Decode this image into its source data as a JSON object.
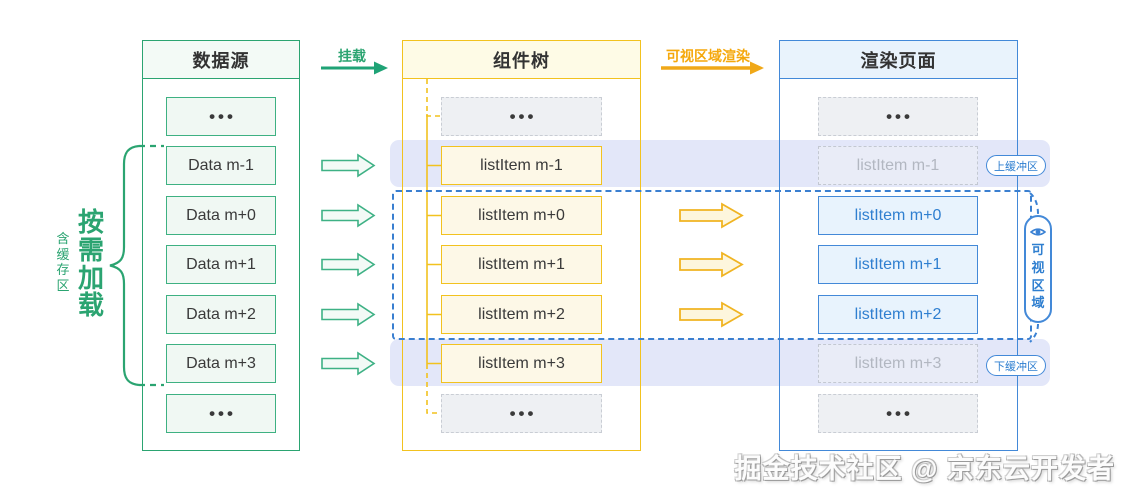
{
  "colors": {
    "green": "#2ba471",
    "green_fill": "#f0f8f3",
    "yellow": "#f2c21f",
    "yellow_fill": "#fdf8e7",
    "orange": "#f5a80c",
    "blue": "#4389d8",
    "blue_text": "#2f7fd0",
    "blue_dash": "#3a7fd0",
    "blue_fill": "#e8f3fd",
    "lavender": "#e3e7f9",
    "gray_fill": "#eef0f3",
    "gray_text": "#b2b7c1",
    "dark_text": "#333333"
  },
  "flow": {
    "mount_label": "挂载",
    "viewport_render_label": "可视区域渲染"
  },
  "annotation": {
    "load_on_demand": "按需加载",
    "with_buffer": "含缓存区"
  },
  "badges": {
    "upper_buffer": "上缓冲区",
    "lower_buffer": "下缓冲区",
    "viewport": "可视区域"
  },
  "columns": {
    "data_source": {
      "title": "数据源",
      "items": [
        "•••",
        "Data m-1",
        "Data m+0",
        "Data m+1",
        "Data m+2",
        "Data m+3",
        "•••"
      ]
    },
    "component_tree": {
      "title": "组件树",
      "items": [
        "•••",
        "listItem m-1",
        "listItem m+0",
        "listItem m+1",
        "listItem m+2",
        "listItem m+3",
        "•••"
      ]
    },
    "render_page": {
      "title": "渲染页面",
      "items": [
        "•••",
        "listItem m-1",
        "listItem m+0",
        "listItem m+1",
        "listItem m+2",
        "listItem m+3",
        "•••"
      ]
    }
  },
  "watermark": "掘金技术社区 @ 京东云开发者"
}
